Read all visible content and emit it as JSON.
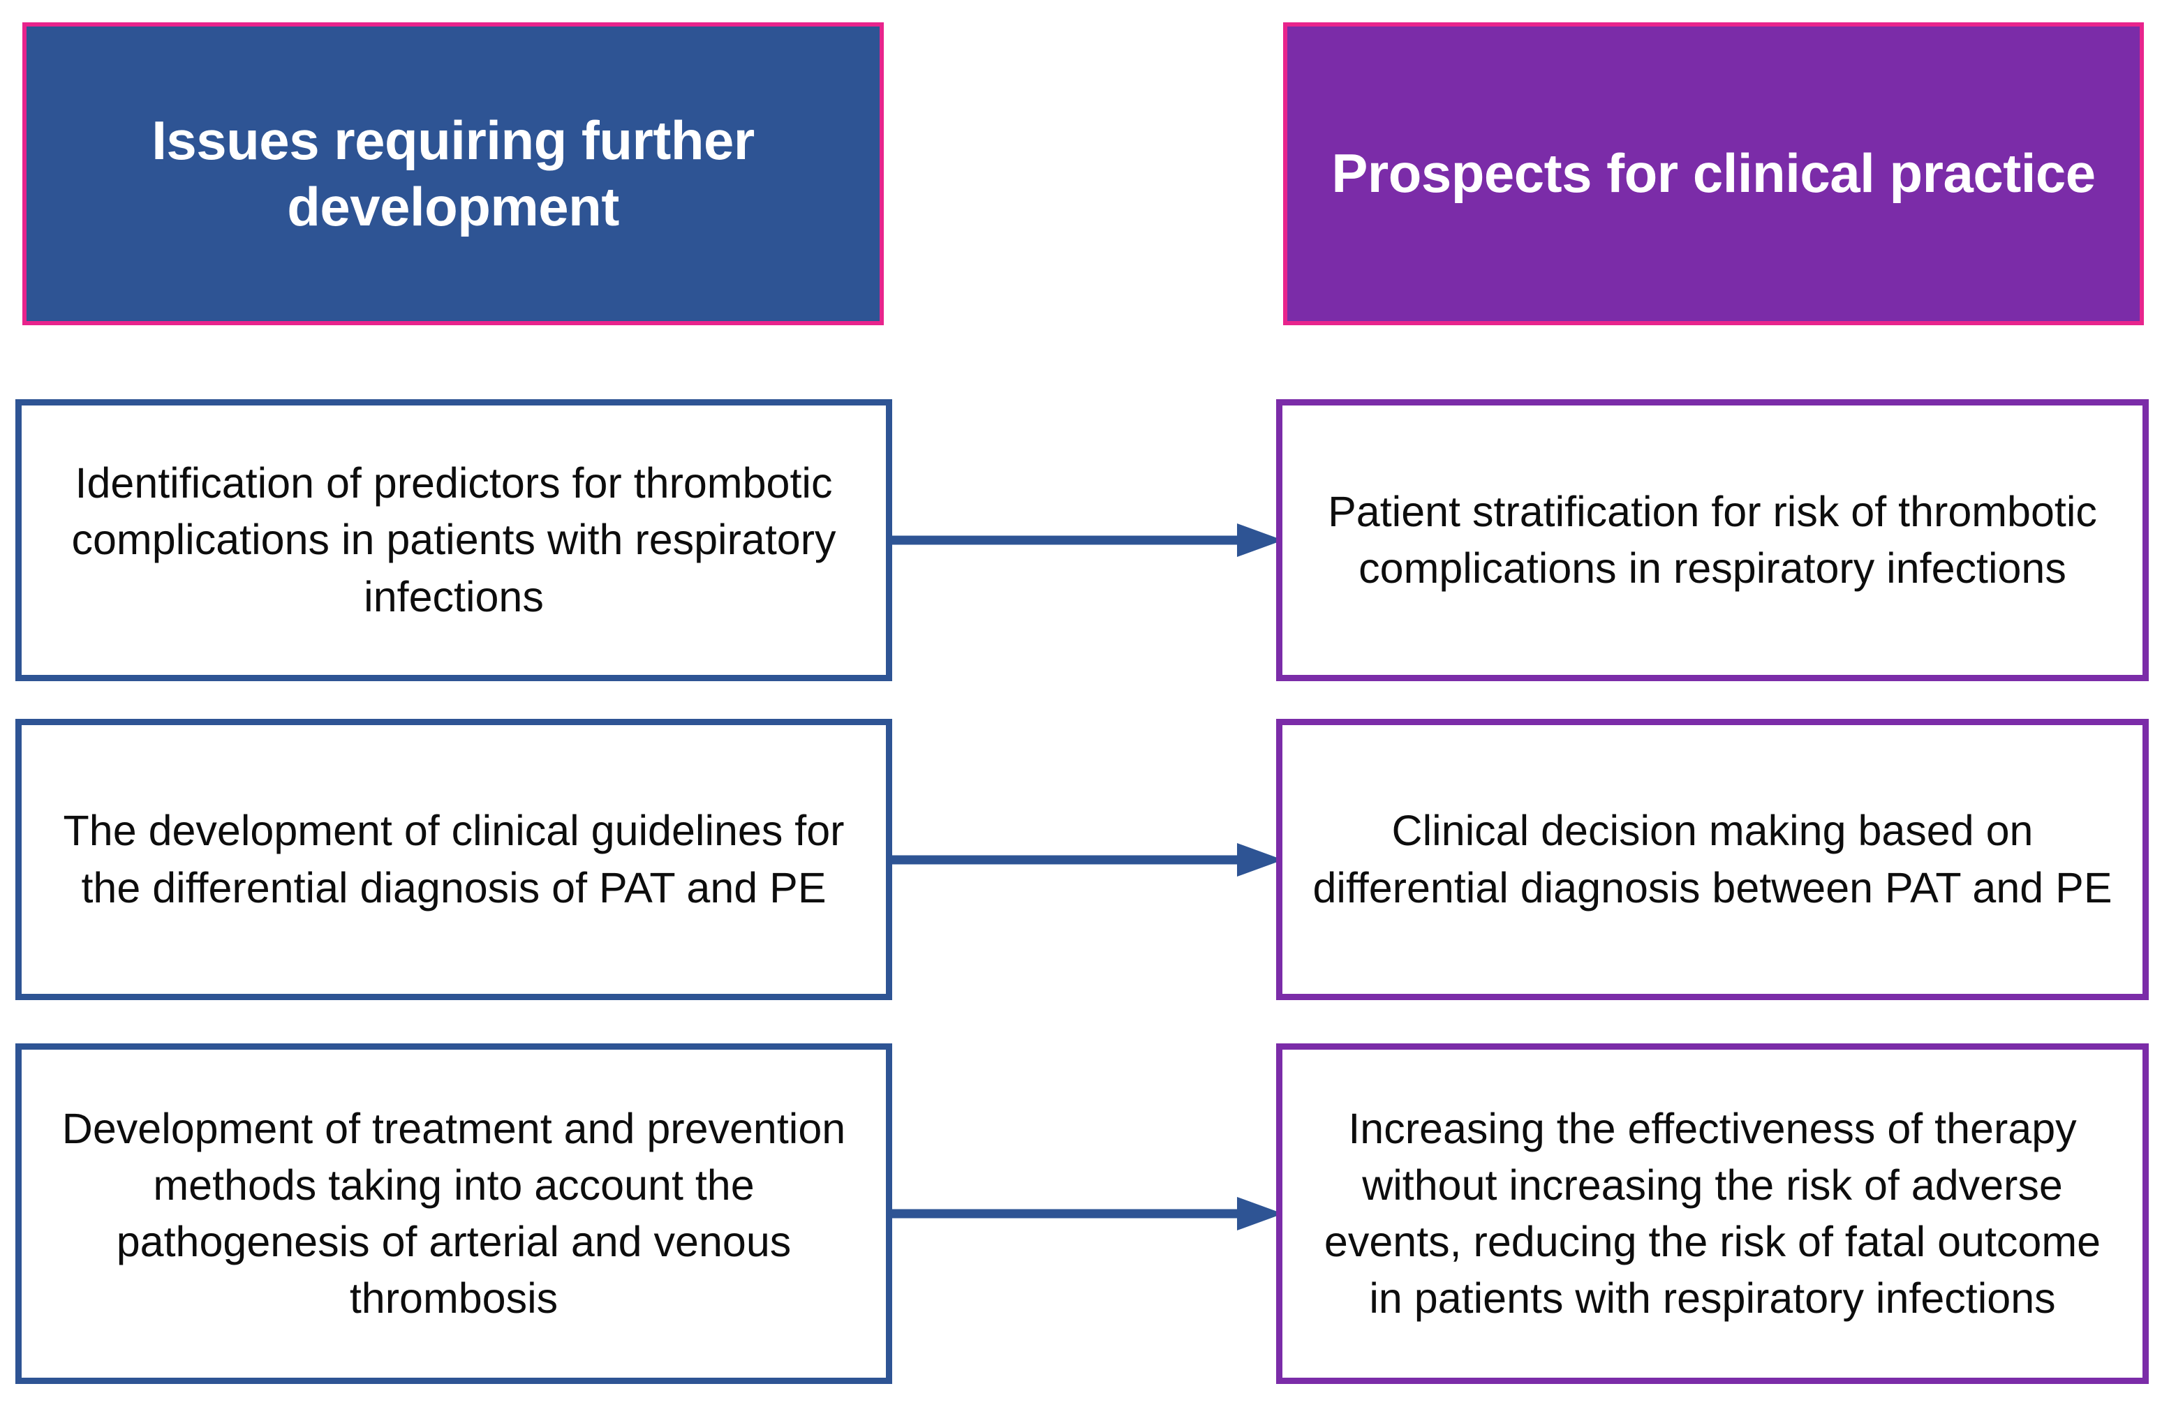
{
  "diagram": {
    "type": "two-column-flow",
    "colors": {
      "issues_header_fill": "#2E5494",
      "prospects_header_fill": "#7B2CA8",
      "header_border": "#E8248C",
      "issues_box_border": "#2E5494",
      "prospects_box_border": "#7B2CA8",
      "arrow": "#2E5494",
      "box_fill": "#FFFFFF",
      "body_text": "#0D0D0D",
      "header_text": "#FFFFFF"
    },
    "columns": [
      {
        "id": "issues",
        "header": "Issues requiring further development"
      },
      {
        "id": "prospects",
        "header": "Prospects for clinical practice"
      }
    ],
    "rows": [
      {
        "issue": "Identification of predictors for thrombotic complications in patients with respiratory infections",
        "connector": "arrow-right",
        "prospect": "Patient stratification for risk of thrombotic complications in respiratory infections"
      },
      {
        "issue": "The development of clinical guidelines for the differential diagnosis of PAT and PE",
        "connector": "arrow-right",
        "prospect": "Clinical decision making based on differential diagnosis between PAT and PE"
      },
      {
        "issue": "Development of treatment and prevention methods taking into account the pathogenesis of arterial and venous thrombosis",
        "connector": "arrow-right",
        "prospect": "Increasing the effectiveness of therapy without increasing the risk of adverse events, reducing the risk of fatal outcome in patients with respiratory infections"
      }
    ]
  }
}
